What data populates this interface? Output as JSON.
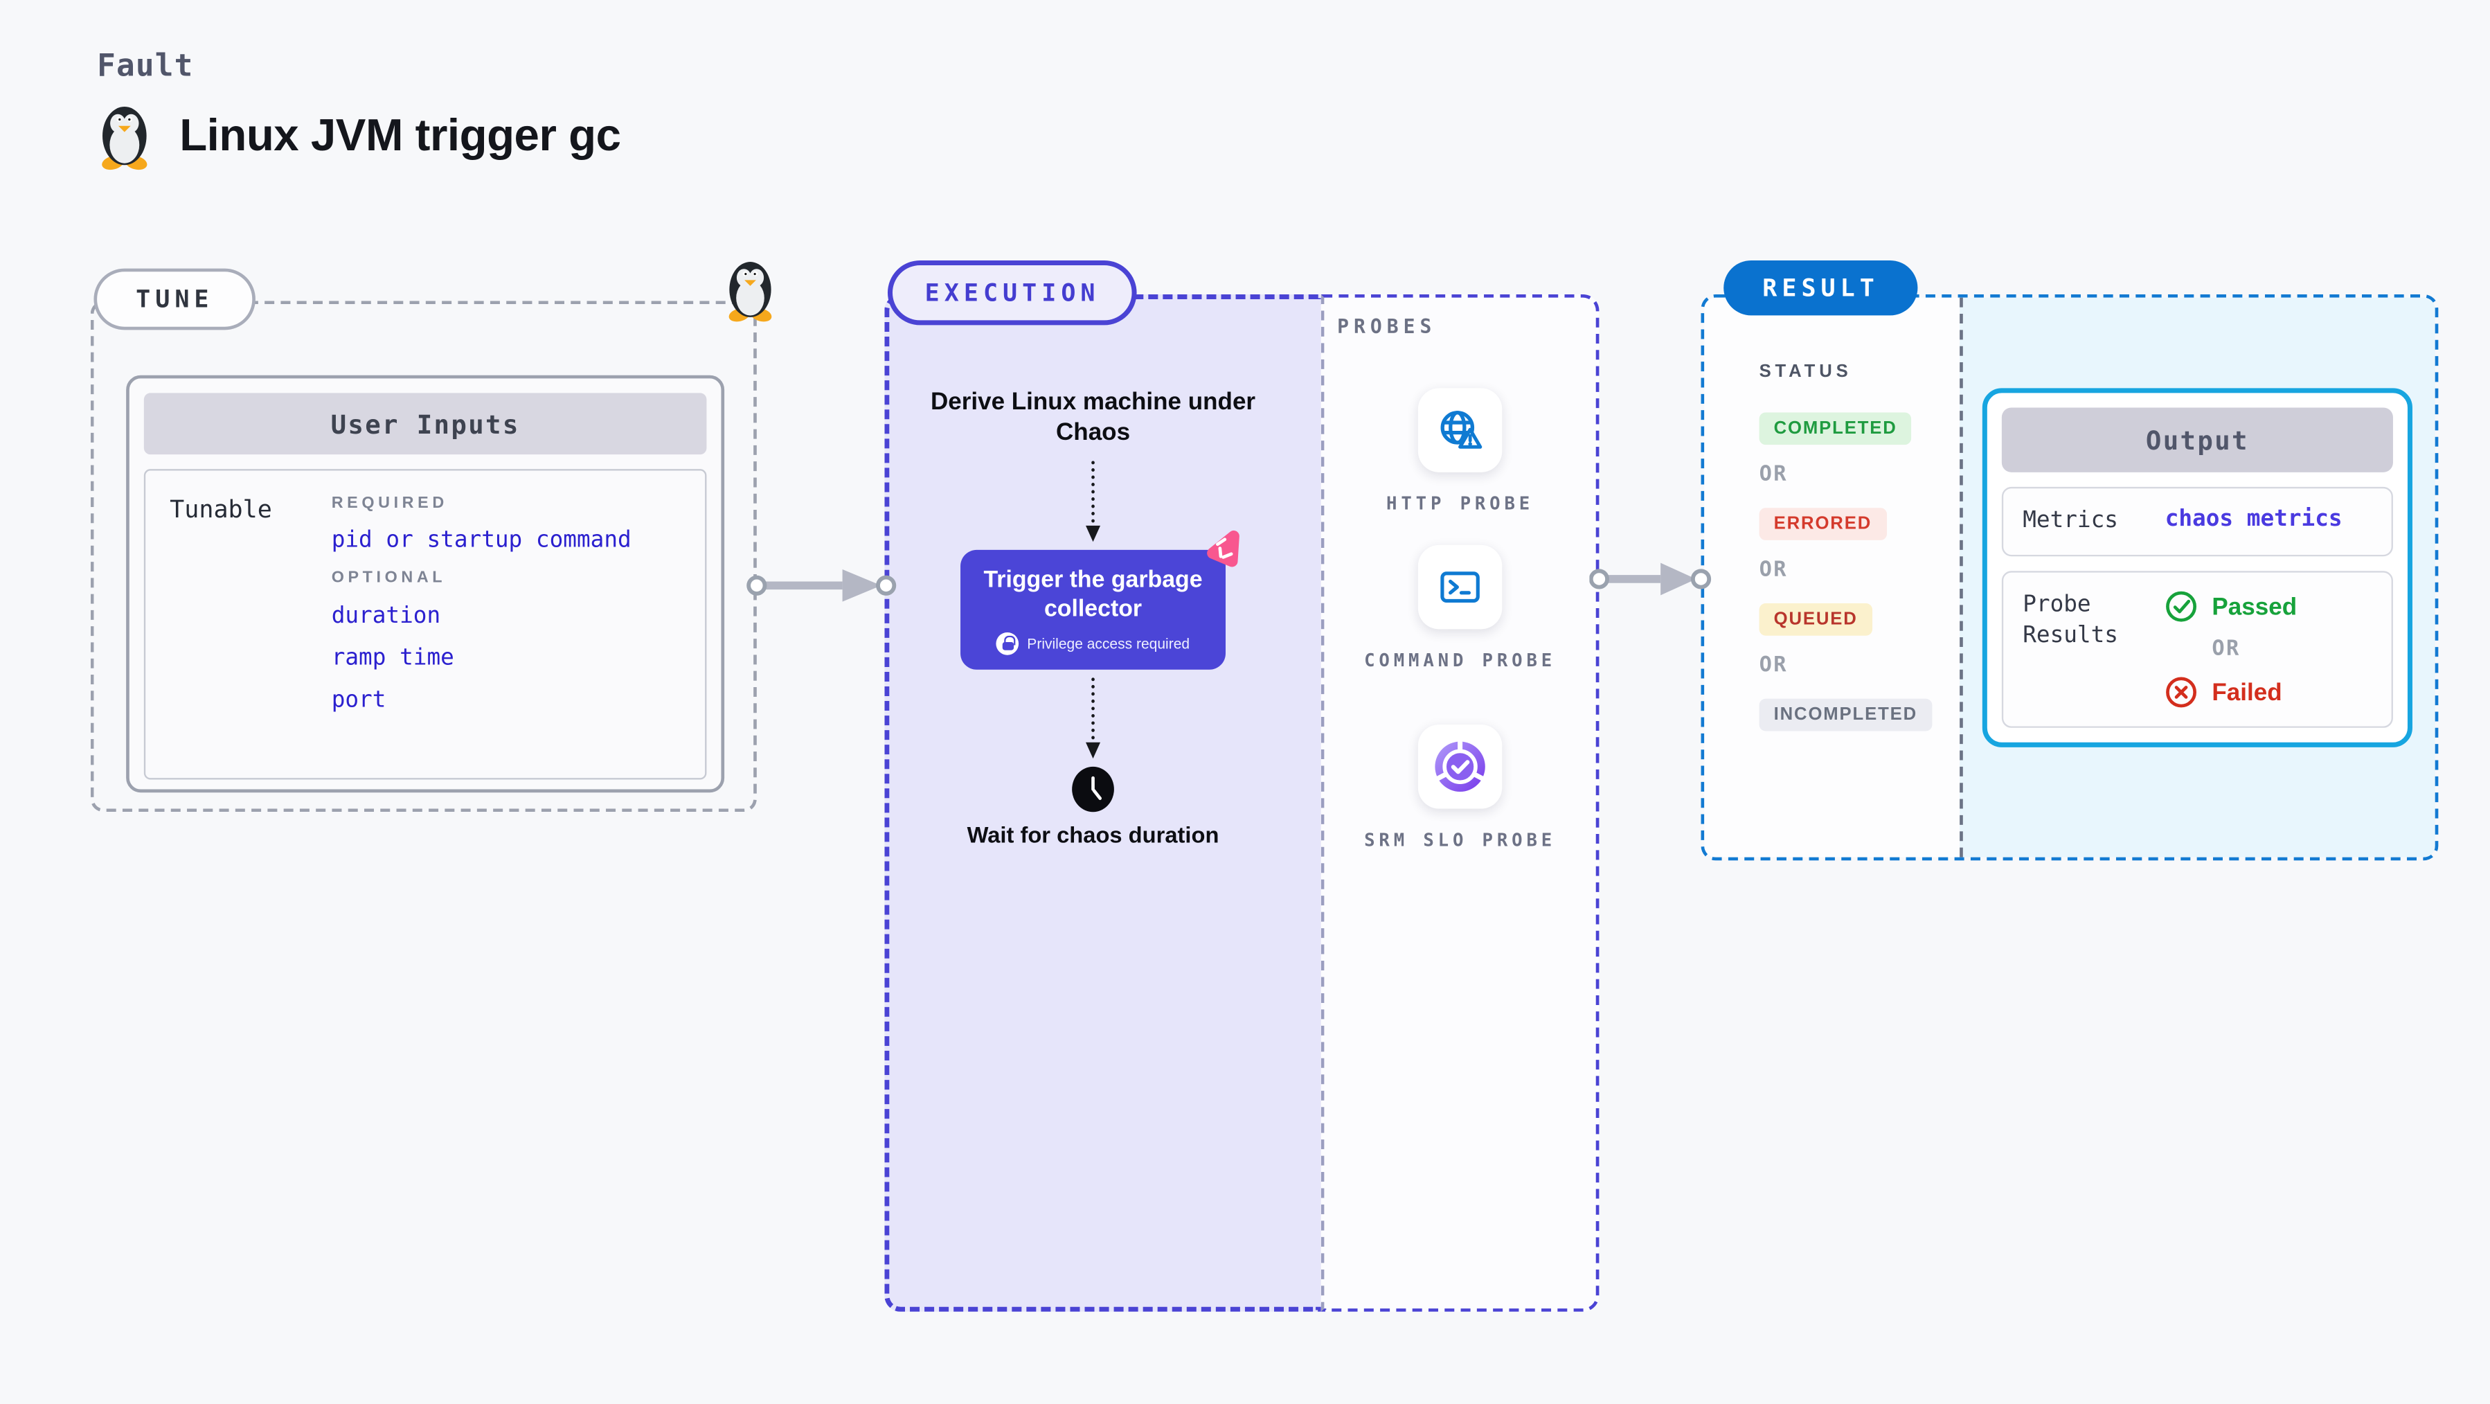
{
  "page": {
    "kicker": "Fault",
    "title": "Linux JVM trigger gc",
    "icon": "tux-penguin-icon"
  },
  "tune": {
    "badge": "TUNE",
    "corner_icon": "tux-penguin-icon",
    "user_inputs": {
      "title": "User Inputs",
      "row_label": "Tunable",
      "required_label": "REQUIRED",
      "required_items": [
        "pid or startup command"
      ],
      "optional_label": "OPTIONAL",
      "optional_items": [
        "duration",
        "ramp time",
        "port"
      ]
    }
  },
  "execution": {
    "badge": "EXECUTION",
    "steps": {
      "derive": "Derive Linux machine under Chaos",
      "action_title": "Trigger the garbage collector",
      "action_note": "Privilege access required",
      "wait": "Wait for chaos duration"
    },
    "probes": {
      "label": "PROBES",
      "items": [
        {
          "label": "HTTP PROBE",
          "icon": "globe-alert-icon"
        },
        {
          "label": "COMMAND PROBE",
          "icon": "terminal-icon"
        },
        {
          "label": "SRM SLO PROBE",
          "icon": "slo-donut-check-icon"
        }
      ]
    }
  },
  "result": {
    "badge": "RESULT",
    "status": {
      "label": "STATUS",
      "separator": "OR",
      "items": [
        {
          "label": "COMPLETED",
          "color": "#1f9b40",
          "background": "#ddf4df"
        },
        {
          "label": "ERRORED",
          "color": "#d43a2c",
          "background": "#fce9e6"
        },
        {
          "label": "QUEUED",
          "color": "#b8352c",
          "background": "#fbf1cd"
        },
        {
          "label": "INCOMPLETED",
          "color": "#6a7180",
          "background": "#ebecf2"
        }
      ]
    },
    "output": {
      "title": "Output",
      "metrics_label": "Metrics",
      "metrics_value": "chaos metrics",
      "probe_results_label": "Probe Results",
      "passed_label": "Passed",
      "or_label": "OR",
      "failed_label": "Failed"
    }
  },
  "colors": {
    "page_background": "#f7f8fa",
    "execution_accent": "#4a43d4",
    "execution_panel": "#e6e5fa",
    "action_card": "#4b45d7",
    "chaos_icon_pink": "#f8578f",
    "result_accent": "#127ad2",
    "result_panel": "#e8f6fd",
    "output_border": "#17a5e0",
    "probe_icon_blue": "#0f7ad2",
    "link_blue": "#2b20cf",
    "metrics_indigo": "#4a3ae0",
    "passed_green": "#17a23b",
    "failed_red": "#d32e1d"
  }
}
